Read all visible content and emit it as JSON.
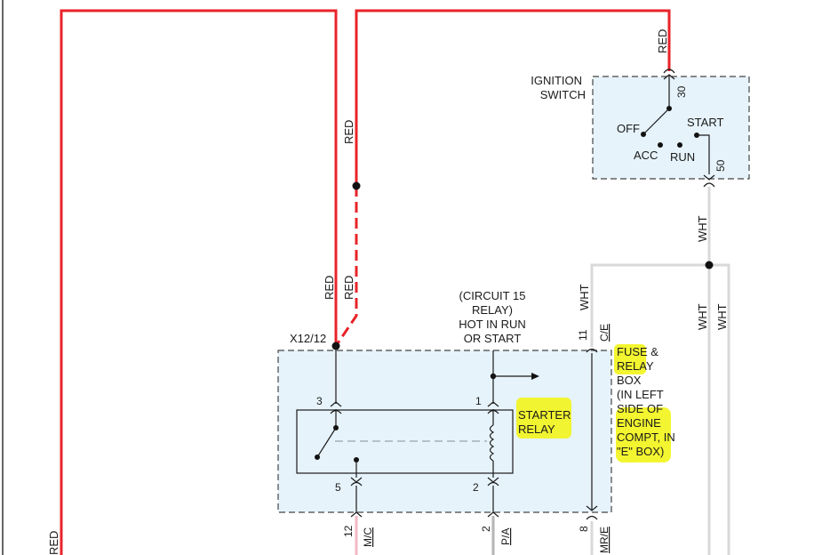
{
  "wire_colors": {
    "red": "#e8232a",
    "white": "#d9d9d9",
    "box_fill": "#e6f3fb",
    "highlight": "#f2f41a"
  },
  "wire_labels": {
    "red_top": "RED",
    "red_left_mid": "RED",
    "red_center": "RED",
    "red_center_low": "RED",
    "red_bottom_left": "RED",
    "wht_switch_out": "WHT",
    "wht_left": "WHT",
    "wht_right_a": "WHT",
    "wht_right_b": "WHT"
  },
  "ignition_switch": {
    "title_line1": "IGNITION",
    "title_line2": "SWITCH",
    "pin_in": "30",
    "pin_out": "50",
    "pos_off": "OFF",
    "pos_acc": "ACC",
    "pos_run": "RUN",
    "pos_start": "START"
  },
  "connector": {
    "label": "X12/12"
  },
  "circuit_note": {
    "line1": "(CIRCUIT 15",
    "line2": "RELAY)",
    "line3": "HOT IN RUN",
    "line4": "OR START"
  },
  "starter_relay": {
    "label_line1": "STARTER",
    "label_line2": "RELAY",
    "pin_3": "3",
    "pin_1": "1",
    "pin_5": "5",
    "pin_2": "2"
  },
  "fuse_box": {
    "lines": [
      "FUSE &",
      "RELAY",
      "BOX",
      "(IN LEFT",
      "SIDE OF",
      "ENGINE",
      "COMPT, IN",
      "\"E\" BOX)"
    ],
    "pin_11": "11",
    "pin_11_code": "C/E",
    "pin_8": "8",
    "pin_8_code": "MR/E"
  },
  "bottom_pins": {
    "pin_12": "12",
    "pin_12_code": "M/C",
    "pin_2": "2",
    "pin_2_code": "P/A",
    "pin_8": "8",
    "pin_8_code": "MR/E"
  }
}
